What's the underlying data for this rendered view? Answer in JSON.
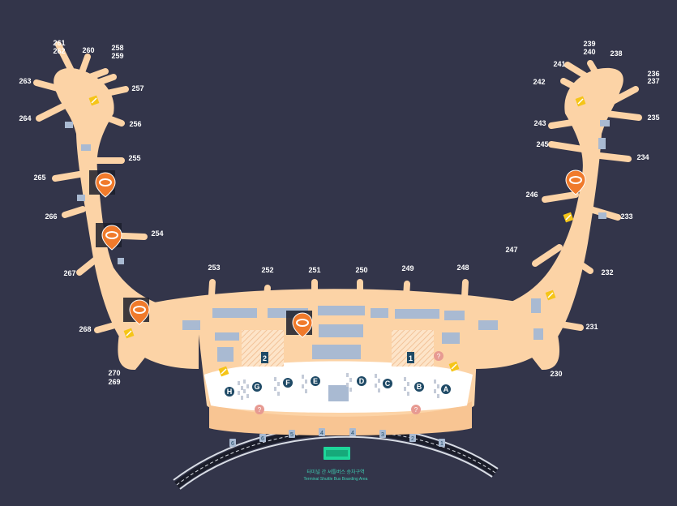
{
  "map": {
    "colors": {
      "background": "#33354a",
      "terminal_fill": "#fcd3a6",
      "terminal_edge": "#f6c08a",
      "checkin_hall": "#ffffff",
      "service_blocks": "#a9bad2",
      "counter_circle": "#1f4a66",
      "shuttle_highlight": "#1ed69a",
      "shuttle_text": "#3fd0b4",
      "lounge_icon": "#f07a2b",
      "info_icon": "#e79a92",
      "stairs_icon": "#f5c518",
      "road": "#d9dde5"
    },
    "gates": [
      {
        "id": "g230",
        "label": "230"
      },
      {
        "id": "g231",
        "label": "231"
      },
      {
        "id": "g232",
        "label": "232"
      },
      {
        "id": "g233",
        "label": "233"
      },
      {
        "id": "g234",
        "label": "234"
      },
      {
        "id": "g235",
        "label": "235"
      },
      {
        "id": "g236",
        "label": "236"
      },
      {
        "id": "g237",
        "label": "237"
      },
      {
        "id": "g238",
        "label": "238"
      },
      {
        "id": "g239",
        "label": "239"
      },
      {
        "id": "g240",
        "label": "240"
      },
      {
        "id": "g241",
        "label": "241"
      },
      {
        "id": "g242",
        "label": "242"
      },
      {
        "id": "g243",
        "label": "243"
      },
      {
        "id": "g245",
        "label": "245"
      },
      {
        "id": "g246",
        "label": "246"
      },
      {
        "id": "g247",
        "label": "247"
      },
      {
        "id": "g248",
        "label": "248"
      },
      {
        "id": "g249",
        "label": "249"
      },
      {
        "id": "g250",
        "label": "250"
      },
      {
        "id": "g251",
        "label": "251"
      },
      {
        "id": "g252",
        "label": "252"
      },
      {
        "id": "g253",
        "label": "253"
      },
      {
        "id": "g254",
        "label": "254"
      },
      {
        "id": "g255",
        "label": "255"
      },
      {
        "id": "g256",
        "label": "256"
      },
      {
        "id": "g257",
        "label": "257"
      },
      {
        "id": "g258",
        "label": "258"
      },
      {
        "id": "g259",
        "label": "259"
      },
      {
        "id": "g260",
        "label": "260"
      },
      {
        "id": "g261",
        "label": "261"
      },
      {
        "id": "g262",
        "label": "262"
      },
      {
        "id": "g263",
        "label": "263"
      },
      {
        "id": "g264",
        "label": "264"
      },
      {
        "id": "g265",
        "label": "265"
      },
      {
        "id": "g266",
        "label": "266"
      },
      {
        "id": "g267",
        "label": "267"
      },
      {
        "id": "g268",
        "label": "268"
      },
      {
        "id": "g269",
        "label": "269"
      },
      {
        "id": "g270",
        "label": "270"
      }
    ],
    "checkin_counters": [
      "A",
      "B",
      "C",
      "D",
      "E",
      "F",
      "G",
      "H"
    ],
    "floor_markers": [
      "1",
      "2"
    ],
    "door_markers": [
      "1",
      "2",
      "3",
      "4",
      "5",
      "6"
    ],
    "shuttle_area": {
      "label_ko": "터미널 간 셔틀버스 승차구역",
      "label_en": "Terminal Shuttle Bus Boarding Area"
    },
    "icons": {
      "lounge": "airline-lounge-icon",
      "info": "information-question-icon",
      "stairs": "escalator-icon",
      "door": "exit-door-icon"
    }
  }
}
